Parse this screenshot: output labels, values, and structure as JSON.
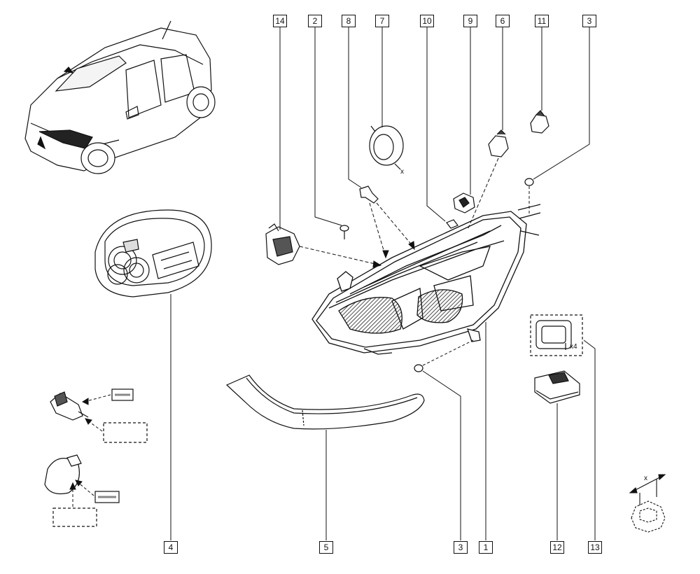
{
  "callouts": {
    "top": [
      "14",
      "2",
      "8",
      "7",
      "10",
      "9",
      "6",
      "11",
      "3"
    ],
    "bottom": [
      "4",
      "5",
      "3",
      "1",
      "12",
      "13"
    ]
  },
  "annotations": {
    "x_mark_bulb": "x",
    "x_mark_nut": "x",
    "quantity_screws": "x4"
  }
}
